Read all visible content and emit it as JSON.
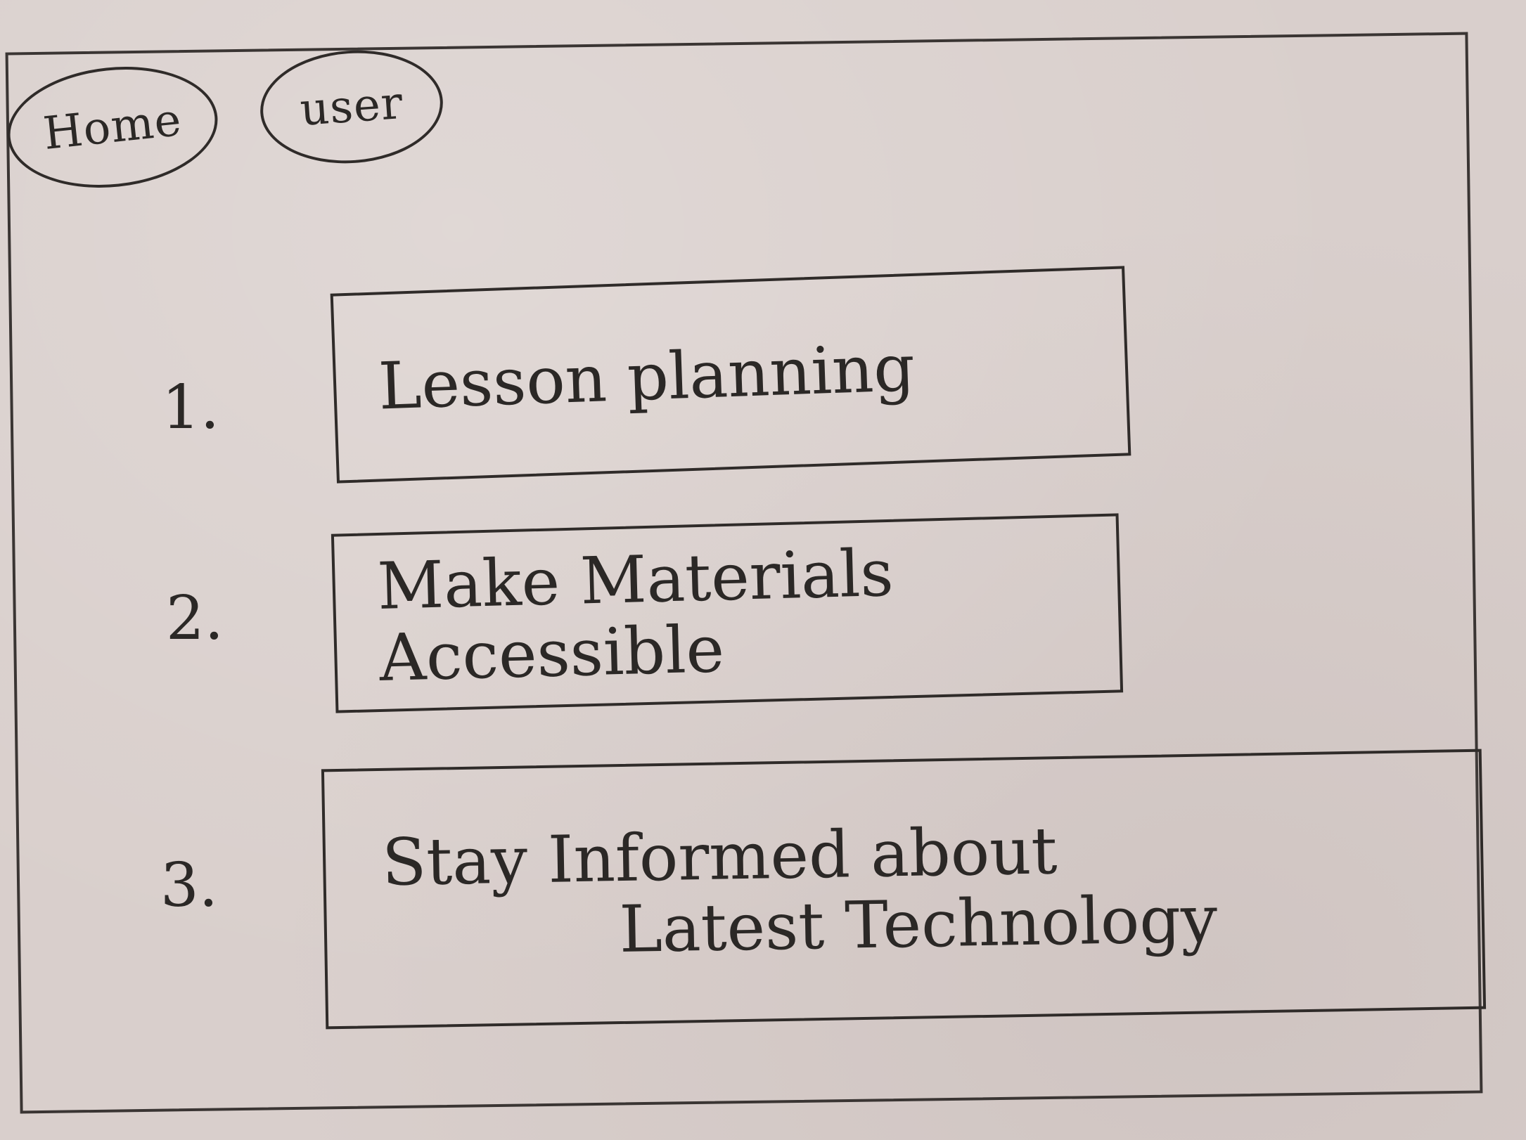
{
  "nav": {
    "home_label": "Home",
    "user_label": "user"
  },
  "list": {
    "items": [
      {
        "number": "1.",
        "label": "Lesson planning"
      },
      {
        "number": "2.",
        "label": "Make Materials Accessible"
      },
      {
        "number": "3.",
        "label_line1": "Stay Informed about",
        "label_line2": "Latest Technology"
      }
    ]
  }
}
